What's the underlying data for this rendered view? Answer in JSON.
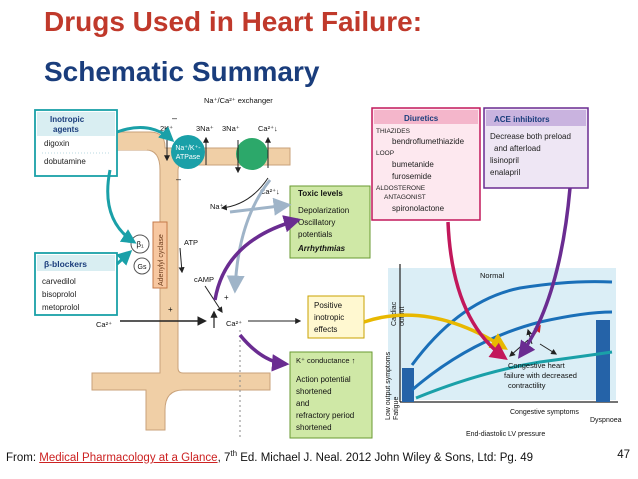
{
  "slide": {
    "title_line1": "Drugs Used in Heart Failure:",
    "title_line2": "Schematic Summary",
    "page_number": "47"
  },
  "footer": {
    "prefix": "From: ",
    "link_text": "Medical Pharmacology at a Glance",
    "sep": ", 7",
    "sup": "th",
    "rest": "  Ed. Michael J. Neal. 2012 John Wiley & Sons, Ltd: Pg. 49"
  },
  "diagram": {
    "inotropic": {
      "title1": "Inotropic",
      "title2": "agents",
      "drug1": "digoxin",
      "drug2": "dobutamine"
    },
    "beta": {
      "title": "β-blockers",
      "drug1": "carvedilol",
      "drug2": "bisoprolol",
      "drug3": "metoprolol"
    },
    "diuretics": {
      "title": "Diuretics",
      "thiazides": "THIAZIDES",
      "bendro": "bendroflumethiazide",
      "loop": "LOOP",
      "bumetanide": "bumetanide",
      "furosemide": "furosemide",
      "aldosterone": "ALDOSTERONE",
      "antagonist": "ANTAGONIST",
      "spiro": "spironolactone"
    },
    "ace": {
      "title": "ACE inhibitors",
      "l1": "Decrease both preload",
      "l2": "and afterload",
      "l3": "lisinopril",
      "l4": "enalapril"
    },
    "toxic": {
      "title": "Toxic levels",
      "l1": "Depolarization",
      "l2": "Oscillatory",
      "l3": "potentials",
      "l4": "Arrhythmias"
    },
    "positive": {
      "l1": "Positive",
      "l2": "inotropic",
      "l3": "effects"
    },
    "kcond": {
      "l1": "K⁺ conductance ↑",
      "l2": "Action potential",
      "l3": "shortened",
      "l4": "and",
      "l5": "refractory period",
      "l6": "shortened"
    },
    "cell": {
      "exchanger": "Na⁺/Ca²⁺ exchanger",
      "k2": "2K⁺",
      "na3a": "3Na⁺",
      "na3b": "3Na⁺",
      "ca_top": "Ca²⁺↓",
      "atpase1": "Na⁺/K⁺-",
      "atpase2": "ATPase",
      "ca_mid": "Ca²⁺↓",
      "na_mid": "Na⁺",
      "beta1": "β₁",
      "gs": "Gs",
      "adenylyl": "Adenylyl cyclase",
      "atp": "ATP",
      "camp": "cAMP",
      "ca_left": "Ca²⁺",
      "ca_right": "Ca²⁺",
      "plus1": "+",
      "plus2": "+",
      "minus1": "–",
      "minus2": "–"
    },
    "graph": {
      "normal": "Normal",
      "cardiac1": "Cardiac",
      "cardiac2": "output",
      "lowout1": "Low output symptoms",
      "lowout2": "Fatigue",
      "chf1": "Congestive heart",
      "chf2": "failure with decreased",
      "chf3": "contractility",
      "cong": "Congestive symptoms",
      "dysp": "Dyspnoea",
      "xlabel": "End-diastolic LV pressure"
    }
  }
}
